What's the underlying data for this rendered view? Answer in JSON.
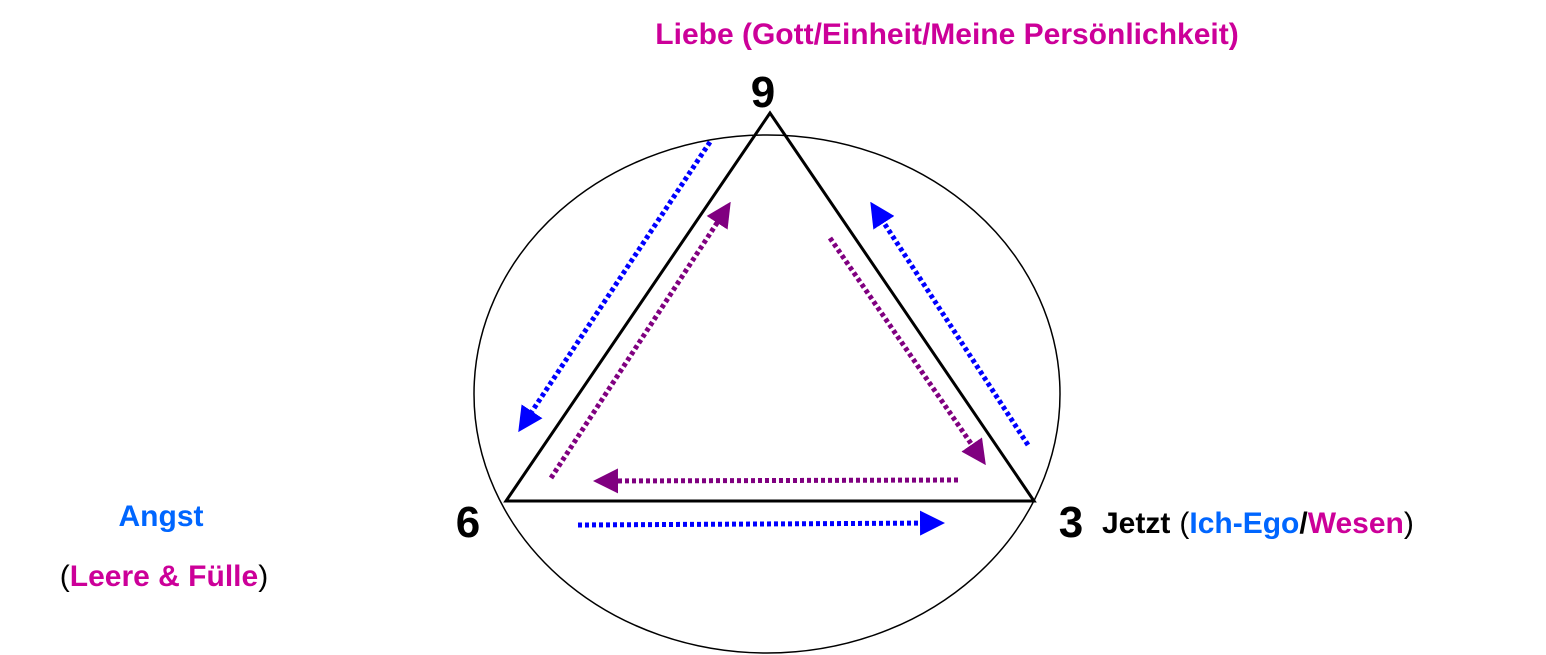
{
  "colors": {
    "magenta": "#cc0099",
    "blue": "#0066ff",
    "black": "#000000",
    "arrow_blue": "#0000ff",
    "arrow_purple": "#800080"
  },
  "top_label": "Liebe (Gott/Einheit/Meine Persönlichkeit)",
  "vertices": {
    "top": "9",
    "left": "6",
    "right": "3"
  },
  "left_label": {
    "line1": "Angst",
    "open_paren": "(",
    "line2": "Leere & Fülle",
    "close_paren": ")"
  },
  "right_label": {
    "word": "Jetzt",
    "open_paren": "(",
    "part1": "Ich-Ego",
    "slash": "/",
    "part2": "Wesen",
    "close_paren": ")"
  }
}
